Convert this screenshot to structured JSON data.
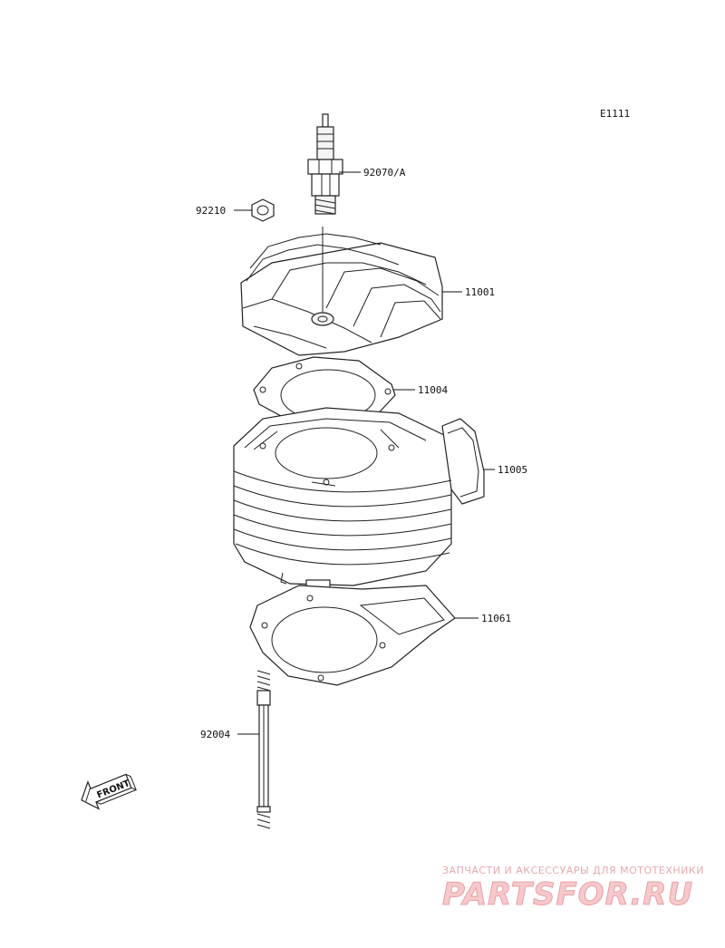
{
  "diagram_code": "E1111",
  "parts": [
    {
      "id": "p-92070",
      "number": "92070/A",
      "name": "spark-plug"
    },
    {
      "id": "p-92210",
      "number": "92210",
      "name": "nut"
    },
    {
      "id": "p-11001",
      "number": "11001",
      "name": "cylinder-head"
    },
    {
      "id": "p-11004",
      "number": "11004",
      "name": "head-gasket"
    },
    {
      "id": "p-11005",
      "number": "11005",
      "name": "cylinder"
    },
    {
      "id": "p-11061",
      "number": "11061",
      "name": "base-gasket"
    },
    {
      "id": "p-92004",
      "number": "92004",
      "name": "stud"
    }
  ],
  "front_badge": "FRONT",
  "watermark": {
    "tagline": "ЗАПЧАСТИ И АКСЕССУАРЫ ДЛЯ МОТОТЕХНИКИ",
    "brand": "PARTSFOR.RU"
  }
}
